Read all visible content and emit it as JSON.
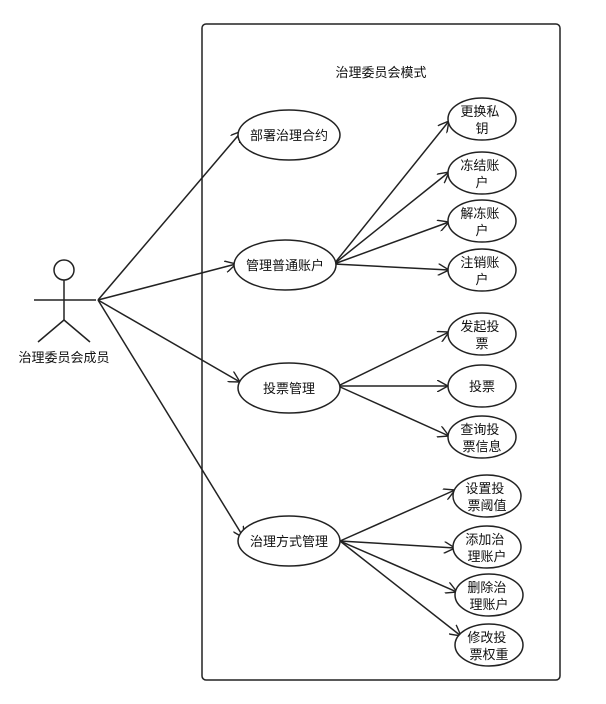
{
  "system": {
    "title": "治理委员会模式"
  },
  "actor": {
    "label": "治理委员会成员"
  },
  "use_cases": {
    "deploy": {
      "lines": [
        "部署治理合约"
      ]
    },
    "manage_accounts": {
      "lines": [
        "管理普通账户"
      ]
    },
    "vote_manage": {
      "lines": [
        "投票管理"
      ]
    },
    "governance_mode": {
      "lines": [
        "治理方式管理"
      ]
    },
    "change_key": {
      "lines": [
        "更换私",
        "钥"
      ]
    },
    "freeze": {
      "lines": [
        "冻结账",
        "户"
      ]
    },
    "unfreeze": {
      "lines": [
        "解冻账",
        "户"
      ]
    },
    "cancel": {
      "lines": [
        "注销账",
        "户"
      ]
    },
    "start_vote": {
      "lines": [
        "发起投",
        "票"
      ]
    },
    "vote": {
      "lines": [
        "投票"
      ]
    },
    "query_vote": {
      "lines": [
        "查询投",
        "票信息"
      ]
    },
    "set_threshold": {
      "lines": [
        "设置投",
        "票阈值"
      ]
    },
    "add_gov": {
      "lines": [
        "添加治",
        "理账户"
      ]
    },
    "del_gov": {
      "lines": [
        "删除治",
        "理账户"
      ]
    },
    "change_weight": {
      "lines": [
        "修改投",
        "票权重"
      ]
    }
  }
}
